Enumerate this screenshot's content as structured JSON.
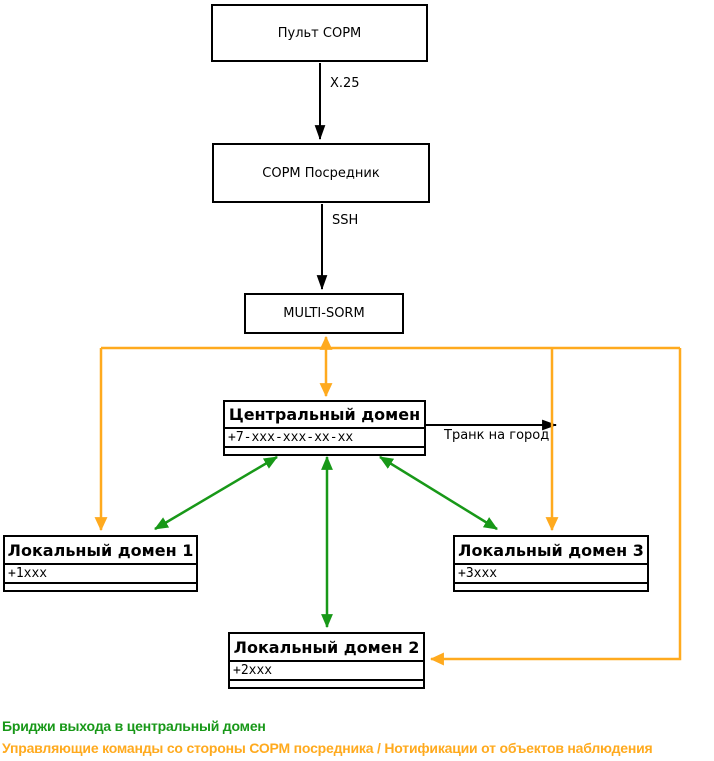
{
  "colors": {
    "black": "#000000",
    "orange": "#ffaa1e",
    "green": "#189818"
  },
  "nodes": {
    "pult": {
      "title": "Пульт СОРМ"
    },
    "mediator": {
      "title": "СОРМ Посредник"
    },
    "multisorm": {
      "title": "MULTI-SORM"
    },
    "central": {
      "title": "Центральный домен",
      "number": "+7-xxx-xxx-xx-xx"
    },
    "local1": {
      "title": "Локальный домен 1",
      "number": "+1xxx"
    },
    "local2": {
      "title": "Локальный домен 2",
      "number": "+2xxx"
    },
    "local3": {
      "title": "Локальный домен 3",
      "number": "+3xxx"
    }
  },
  "edges": {
    "x25_label": "X.25",
    "ssh_label": "SSH",
    "trunk_label": "Транк на город"
  },
  "legend": {
    "bridges": "Бриджи выхода в центральный домен",
    "commands": "Управляющие команды со стороны СОРМ посредника / Нотификации от объектов наблюдения"
  }
}
